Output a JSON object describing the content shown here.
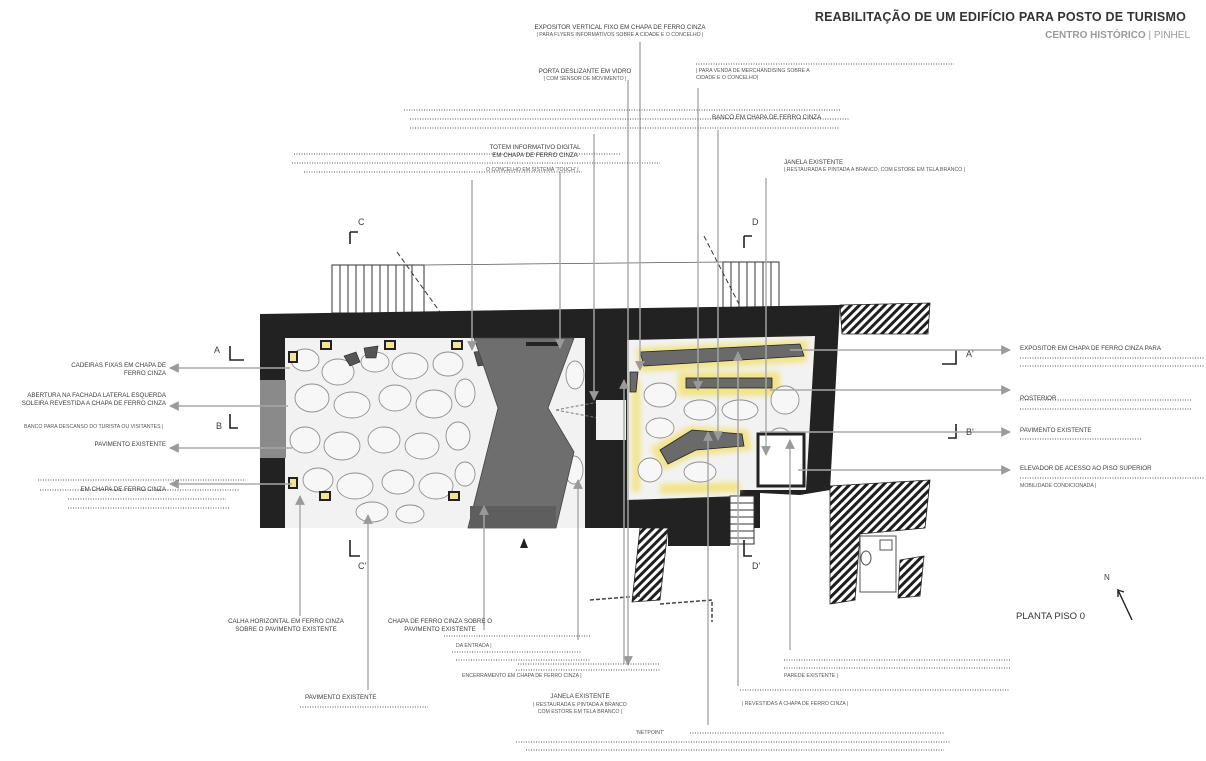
{
  "header": {
    "title": "REABILITAÇÃO DE UM EDIFÍCIO PARA POSTO DE TURISMO",
    "subtitle_main": "CENTRO HISTÓRICO",
    "subtitle_sep": "| PINHEL"
  },
  "plan_title": "PLANTA PISO 0",
  "north_letter": "N",
  "section_markers": {
    "a": "A",
    "a_prime": "A'",
    "b": "B",
    "b_prime": "B'",
    "c": "C",
    "c_prime": "C'",
    "d": "D",
    "d_prime": "D'"
  },
  "labels": {
    "expositor_vertical": "EXPOSITOR VERTICAL FIXO EM CHAPA DE FERRO CINZA",
    "expositor_vertical_sub": "| PARA FLYERS INFORMATIVOS SOBRE A CIDADE E O CONCELHO |",
    "merch_sub1": "| PARA VENDA DE MERCHANDISING SOBRE A",
    "merch_sub2": "CIDADE E O CONCELHO|",
    "porta_deslizante": "PORTA DESLIZANTE EM VIDRO",
    "porta_deslizante_sub": "| COM SENSOR DE MOVIMENTO |",
    "banco": "BANCO EM CHAPA DE FERRO CINZA",
    "totem1": "TOTEM INFORMATIVO DIGITAL",
    "totem2": "EM CHAPA DE FERRO CINZA",
    "totem_sub": "O CONCELHO EM SISTEMA 'TOUCH' |",
    "janela_top": "JANELA EXISTENTE",
    "janela_top_sub": "| RESTAURADA E PINTADA A BRANCO, COM ESTORE EM TELA BRANCO |",
    "cadeiras1": "CADEIRAS FIXAS EM CHAPA DE",
    "cadeiras2": "FERRO CINZA",
    "abertura": "ABERTURA NA FACHADA LATERAL ESQUERDA",
    "soleira": "SOLEIRA REVESTIDA A CHAPA DE FERRO CINZA",
    "banco_descanso": "BANCO PARA DESCANSO DO TURISTA OU VISITANTES |",
    "pavimento_left": "PAVIMENTO EXISTENTE",
    "chapa_left": "EM CHAPA DE FERRO CINZA",
    "expositor_right": "EXPOSITOR EM CHAPA DE FERRO CINZA PARA",
    "posterior": "POSTERIOR",
    "pavimento_right": "PAVIMENTO EXISTENTE",
    "elevador": "ELEVADOR DE ACESSO AO PISO SUPERIOR",
    "mobilidade": "MOBILIDADE CONDICIONADA |",
    "calha1": "CALHA HORIZONTAL EM FERRO CINZA",
    "calha2": "SOBRE O PAVIMENTO EXISTENTE",
    "chapa_sobre1": "CHAPA DE FERRO CINZA SOBRE O",
    "chapa_sobre2": "PAVIMENTO EXISTENTE",
    "da_entrada": "DA ENTRADA |",
    "encerramento": "ENCERRAMENTO EM CHAPA DE FERRO CINZA |",
    "pavimento_bottom": "PAVIMENTO EXISTENTE",
    "janela_bottom": "JANELA EXISTENTE",
    "janela_bottom_sub1": "| RESTAURADA E PINTADA A BRANCO",
    "janela_bottom_sub2": "COM ESTORE EM TELA BRANCO |",
    "netpoint": "'NETPOINT'",
    "parede": "PAREDE EXISTENTE |",
    "revestidas": "| REVESTIDAS A CHAPA DE FERRO CINZA |"
  }
}
